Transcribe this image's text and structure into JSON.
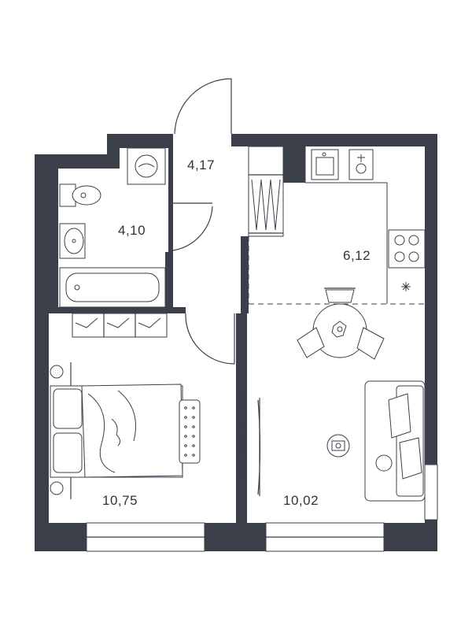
{
  "rooms": [
    {
      "id": "hall",
      "area": "4,17"
    },
    {
      "id": "bathroom",
      "area": "4,10"
    },
    {
      "id": "kitchen",
      "area": "6,12"
    },
    {
      "id": "bedroom",
      "area": "10,75"
    },
    {
      "id": "living",
      "area": "10,02"
    }
  ],
  "colors": {
    "wall": "#3b3f4a",
    "background": "#ffffff",
    "text": "#2f333d"
  }
}
